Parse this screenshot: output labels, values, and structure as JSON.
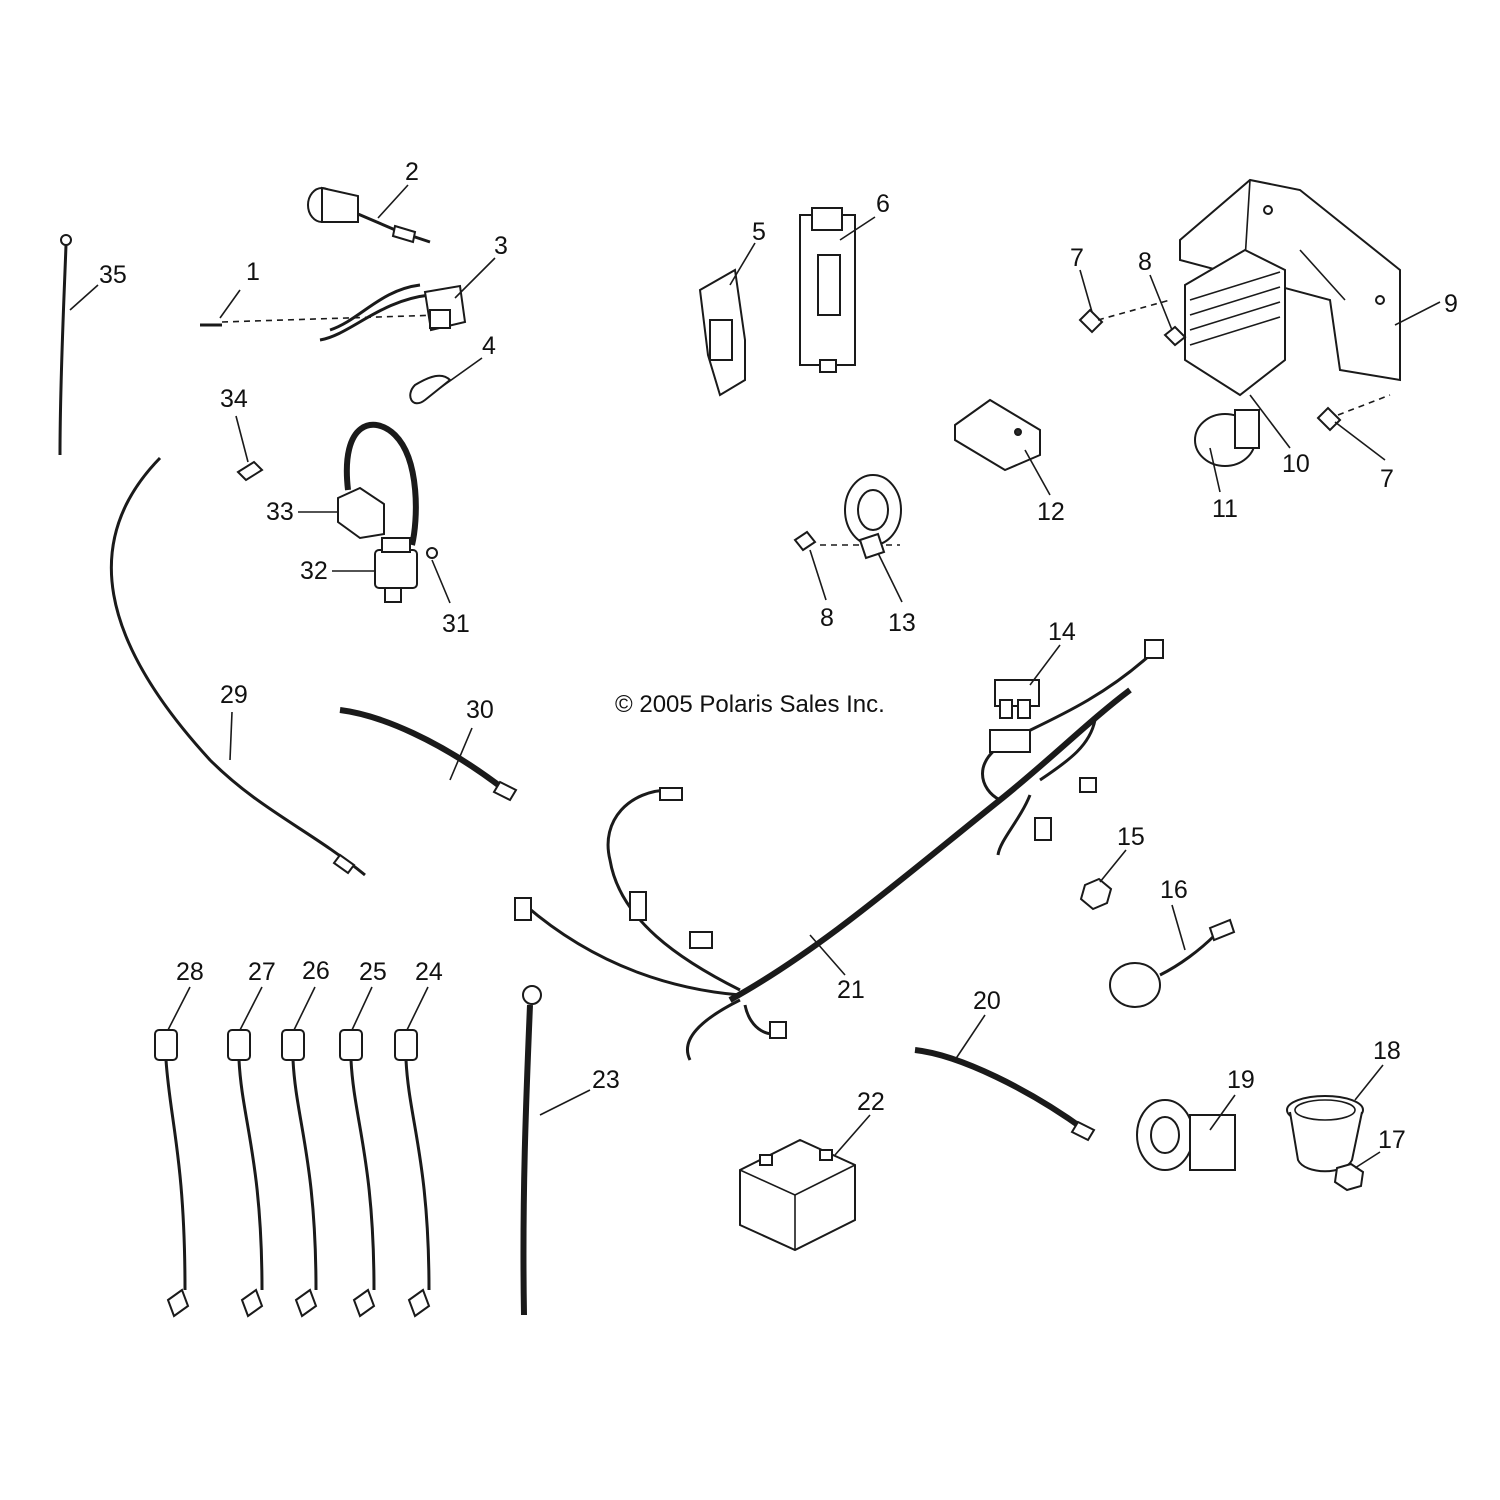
{
  "copyright": "© 2005 Polaris Sales Inc.",
  "callouts": [
    "1",
    "2",
    "3",
    "4",
    "5",
    "6",
    "7",
    "7",
    "8",
    "8",
    "9",
    "10",
    "11",
    "12",
    "13",
    "14",
    "15",
    "16",
    "17",
    "18",
    "19",
    "20",
    "21",
    "22",
    "23",
    "24",
    "25",
    "26",
    "27",
    "28",
    "29",
    "30",
    "31",
    "32",
    "33",
    "34",
    "35"
  ]
}
